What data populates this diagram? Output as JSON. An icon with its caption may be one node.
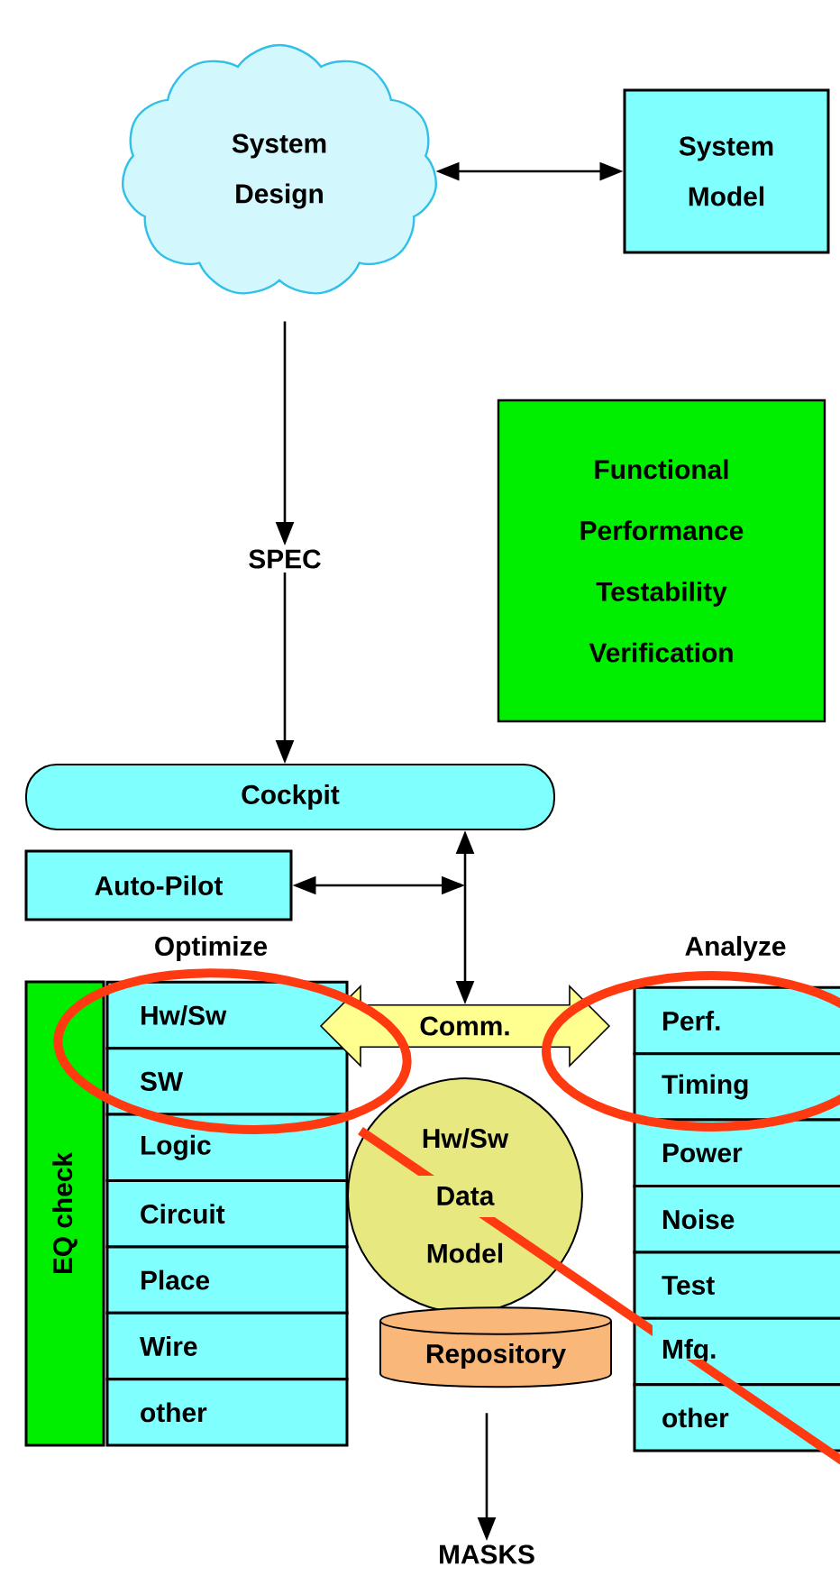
{
  "diagram": {
    "nodes": [
      {
        "text": [
          "System Design"
        ]
      },
      {
        "text": [
          "System Model"
        ]
      },
      {
        "text": [
          "SPEC"
        ]
      },
      {
        "text": [
          "Functional",
          "Performance",
          "Testability",
          "Verification"
        ]
      },
      {
        "text": [
          "Cockpit"
        ]
      },
      {
        "text": [
          "Auto-Pilot"
        ]
      },
      {
        "text": [
          "EQ check"
        ]
      },
      {
        "text": [
          "Hw/Sw"
        ]
      },
      {
        "text": [
          "SW"
        ]
      },
      {
        "text": [
          "Logic"
        ]
      },
      {
        "text": [
          "Circuit"
        ]
      },
      {
        "text": [
          "Place"
        ]
      },
      {
        "text": [
          "Wire"
        ]
      },
      {
        "text": [
          "other"
        ]
      },
      {
        "text": [
          "Comm."
        ]
      },
      {
        "text": [
          "Hw/Sw Data Model"
        ]
      },
      {
        "text": [
          "Repository"
        ]
      },
      {
        "text": [
          "Perf."
        ]
      },
      {
        "text": [
          "Timing"
        ]
      },
      {
        "text": [
          "Power"
        ]
      },
      {
        "text": [
          "Noise"
        ]
      },
      {
        "text": [
          "Test"
        ]
      },
      {
        "text": [
          "Mfg."
        ]
      },
      {
        "text": [
          "other"
        ]
      },
      {
        "text": [
          "MASKS"
        ]
      }
    ],
    "edges": [
      {
        "from": 0,
        "to": 1,
        "arrow": "both"
      },
      {
        "from": 0,
        "to": 2,
        "arrow": "to"
      },
      {
        "from": 2,
        "to": 4,
        "arrow": "to"
      },
      {
        "from": 4,
        "to": 14,
        "arrow": "both"
      },
      {
        "from": 5,
        "to": null,
        "arrow": "both"
      },
      {
        "from": 16,
        "to": 24,
        "arrow": "to"
      }
    ],
    "labels": [
      "Optimize",
      "Analyze"
    ]
  }
}
